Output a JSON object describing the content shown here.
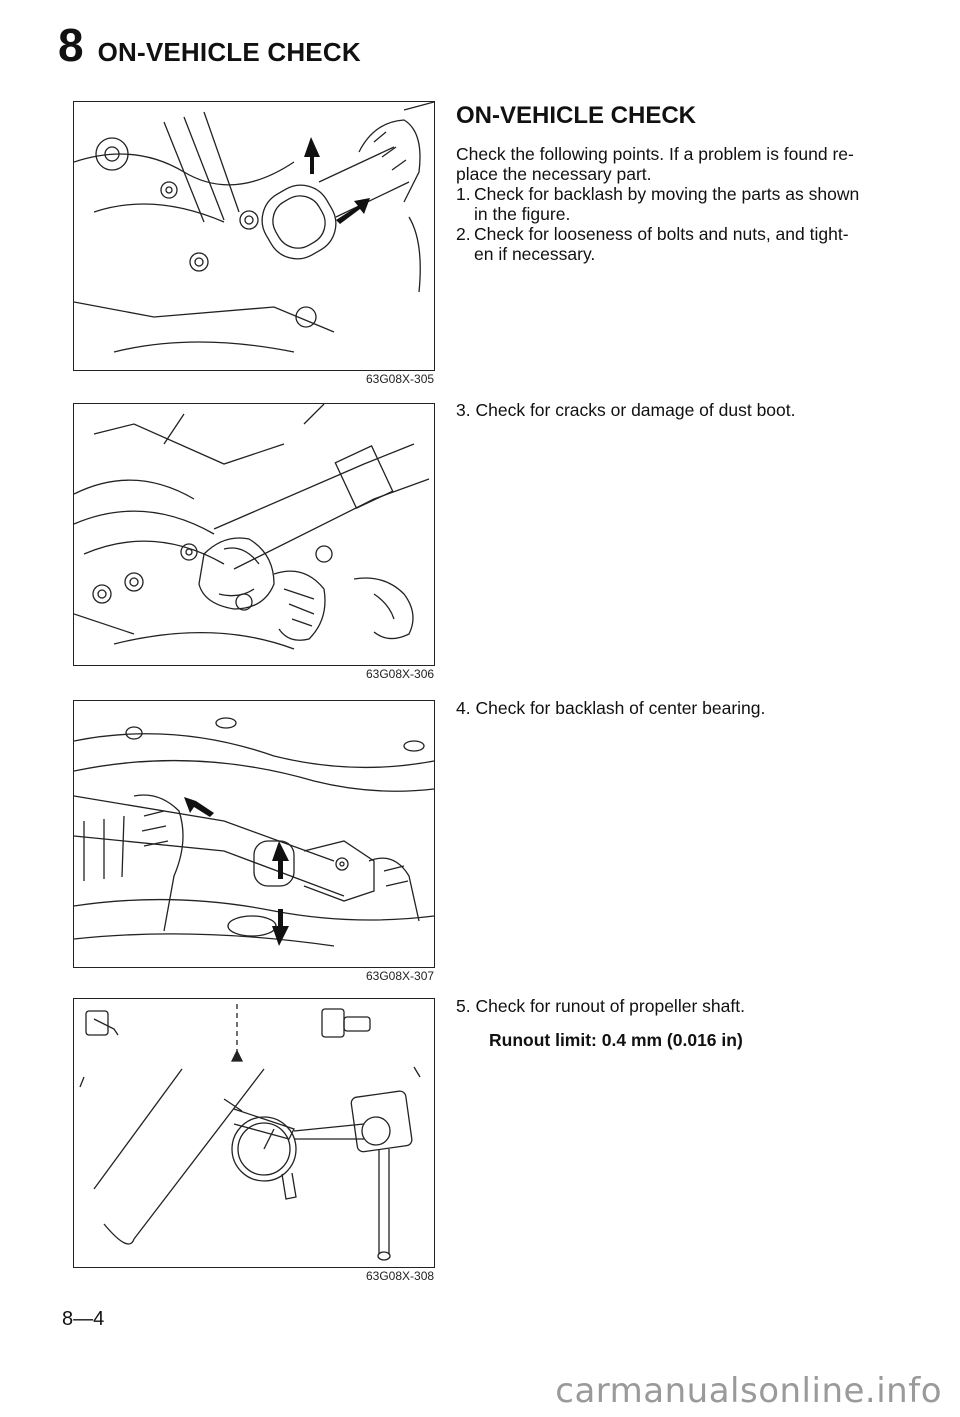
{
  "header": {
    "chapter_number": "8",
    "chapter_title": "ON-VEHICLE CHECK"
  },
  "section": {
    "title": "ON-VEHICLE CHECK",
    "intro": "Check the following points. If a problem is found re-place the necessary part.",
    "intro_line1": "Check the following points. If a problem is found re-",
    "intro_line2": "place the necessary part.",
    "steps": [
      {
        "num": "1.",
        "line1": "Check for backlash by moving the parts as shown",
        "line2": "in the figure."
      },
      {
        "num": "2.",
        "line1": "Check for looseness of bolts and nuts, and tight-",
        "line2": "en if necessary."
      },
      {
        "num": "3.",
        "line1": "Check for cracks or damage of dust boot."
      },
      {
        "num": "4.",
        "line1": "Check for backlash of center bearing."
      },
      {
        "num": "5.",
        "line1": "Check for runout of propeller shaft."
      }
    ],
    "spec": "Runout limit: 0.4 mm (0.016 in)"
  },
  "figures": [
    {
      "code": "63G08X-305",
      "alt": "flange joint"
    },
    {
      "code": "63G08X-306",
      "alt": "dust boot"
    },
    {
      "code": "63G08X-307",
      "alt": "center bearing"
    },
    {
      "code": "63G08X-308",
      "alt": "dial indicator"
    }
  ],
  "page_number": "8—4",
  "watermark": "carmanualsonline.info"
}
